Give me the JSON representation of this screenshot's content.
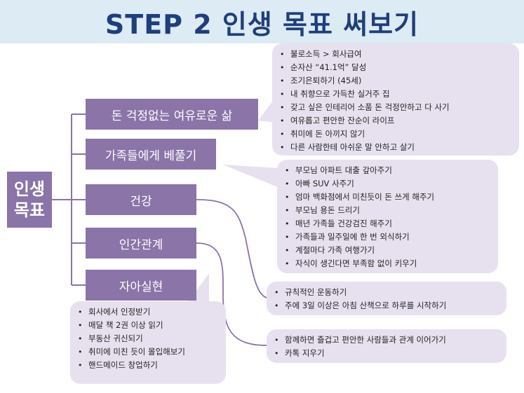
{
  "title": "STEP 2  인생 목표 써보기",
  "root": {
    "line1": "인생",
    "line2": "목표"
  },
  "branches": [
    {
      "label": "돈 걱정없는 여유로운 삶"
    },
    {
      "label": "가족들에게 베풀기"
    },
    {
      "label": "건강"
    },
    {
      "label": "인간관계"
    },
    {
      "label": "자아실현"
    }
  ],
  "money": [
    "불로소득 > 회사급여",
    "순자산 “41.1억” 달성",
    "조기은퇴하기 (45세)",
    "내 취향으로 가득찬 실거주 집",
    "갖고 싶은 인테리어 소품 돈 걱정안하고 다 사기",
    "여유롭고 편안한 잔순이 라이프",
    "취미에 돈 아끼지 않기",
    "다른 사람한테 아쉬운 말 안하고 살기"
  ],
  "family": [
    "부모님 아파트 대출 갚아주기",
    "아빠 SUV 사주기",
    "엄마 백화점에서 미친듯이 돈 쓰게 해주기",
    "부모님 용돈 드리기",
    "매년 가족들 건강검진 해주기",
    "가족들과 일주일에 한 번 외식하기",
    "계절마다 가족 여행가기",
    "자식이 생긴다면 부족함 없이 키우기"
  ],
  "health": [
    "규칙적인 운동하기",
    "주에 3일 이상은 아침 산책으로 하루를 시작하기"
  ],
  "relations": [
    "함께하면 즐겁고 편안한 사람들과 관계 이어가기",
    "카톡 지우기"
  ],
  "self": [
    "회사에서 인정받기",
    "매달 책 2권 이상 읽기",
    "부동산 귀신되기",
    "취미에 미친 듯이 몰입해보기",
    "핸드메이드 창업하기"
  ]
}
